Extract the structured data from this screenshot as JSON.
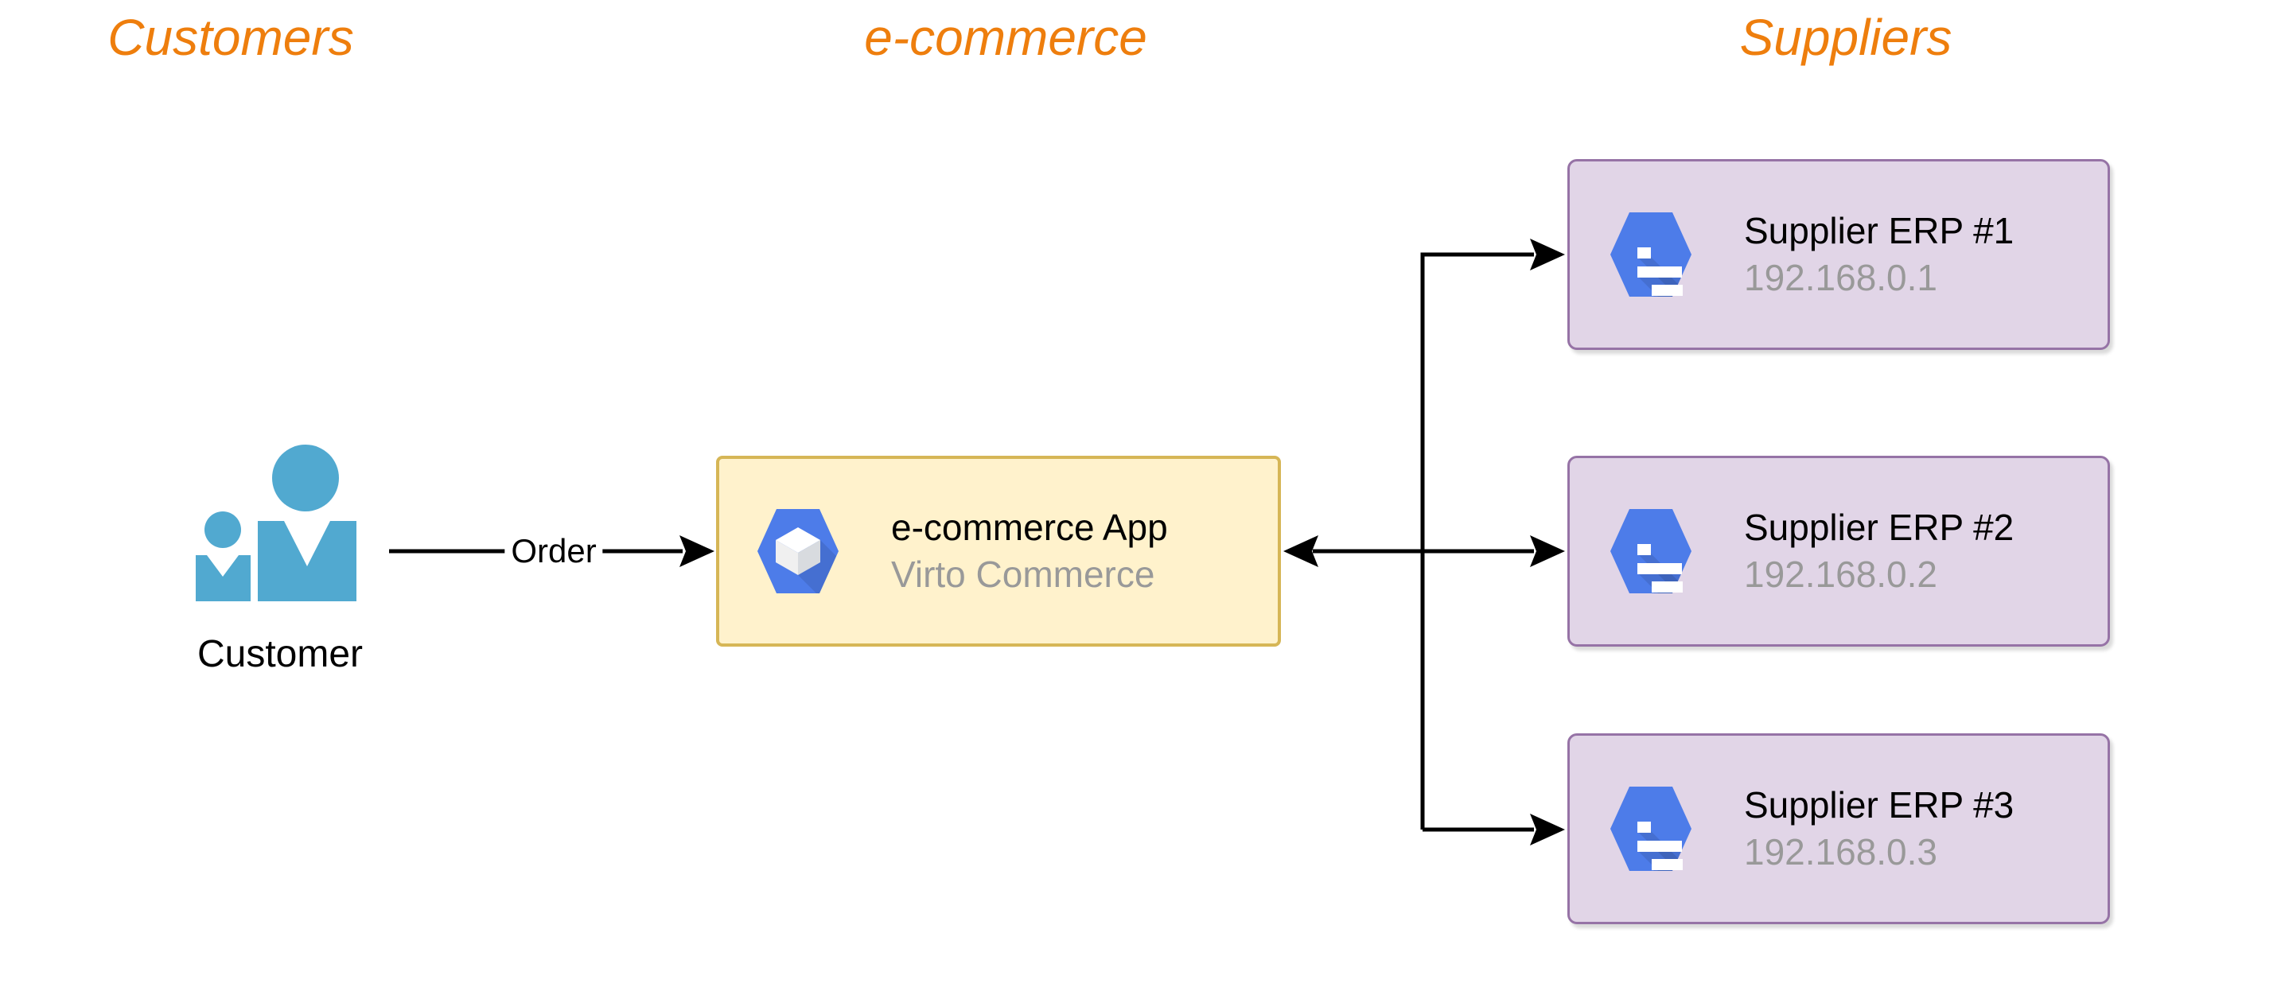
{
  "lanes": [
    {
      "label": "Customers"
    },
    {
      "label": "e-commerce"
    },
    {
      "label": "Suppliers"
    }
  ],
  "customer": {
    "label": "Customer",
    "icon": "customer-people-icon"
  },
  "flows": {
    "order_label": "Order"
  },
  "app": {
    "title": "e-commerce App",
    "subtitle": "Virto Commerce",
    "icon": "hexagon-cube-icon"
  },
  "suppliers": [
    {
      "title": "Supplier ERP #1",
      "subtitle": "192.168.0.1",
      "icon": "hexagon-erp-icon"
    },
    {
      "title": "Supplier ERP #2",
      "subtitle": "192.168.0.2",
      "icon": "hexagon-erp-icon"
    },
    {
      "title": "Supplier ERP #3",
      "subtitle": "192.168.0.3",
      "icon": "hexagon-erp-icon"
    }
  ],
  "colors": {
    "lane_header": "#EE7E0D",
    "customer_icon": "#51A9D0",
    "hexagon_blue": "#4D7CE9",
    "app_fill": "#FFF2CC",
    "app_border": "#D6B656",
    "supplier_fill": "#E1D5E7",
    "supplier_border": "#9673A6",
    "connector": "#000000",
    "title_text": "#000000",
    "subtitle_text": "#999999"
  }
}
